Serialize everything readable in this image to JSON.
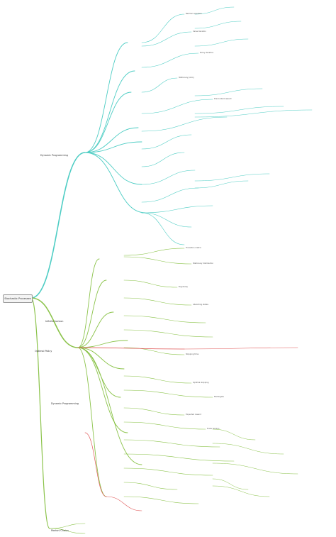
{
  "root": {
    "label": "Stochastic Processes"
  },
  "branches": {
    "dp": {
      "label": "Dynamic Programming",
      "color": "#4ecdc4"
    },
    "opt": {
      "label": "Optimal Policy",
      "color": "#8bc34a"
    },
    "mc": {
      "label": "Markov Chains",
      "color": "#8bc34a"
    },
    "inf": {
      "label": "Infinite horizon",
      "color": "#8bc34a"
    },
    "dyn": {
      "label": "Dynamic Programming",
      "color": "#8bc34a"
    },
    "accent": {
      "color": "#e05656"
    }
  },
  "leaves": {
    "a": [
      "Bellman equation",
      "Value iteration",
      "Policy iteration",
      "Stationary policy",
      "Discounted reward"
    ],
    "b": [
      "Transition matrix",
      "Stationary distribution",
      "Ergodicity",
      "Absorbing states"
    ],
    "c": [
      "Stopping time",
      "Optimal stopping",
      "Martingale",
      "Expected reward",
      "Finite horizon"
    ]
  }
}
